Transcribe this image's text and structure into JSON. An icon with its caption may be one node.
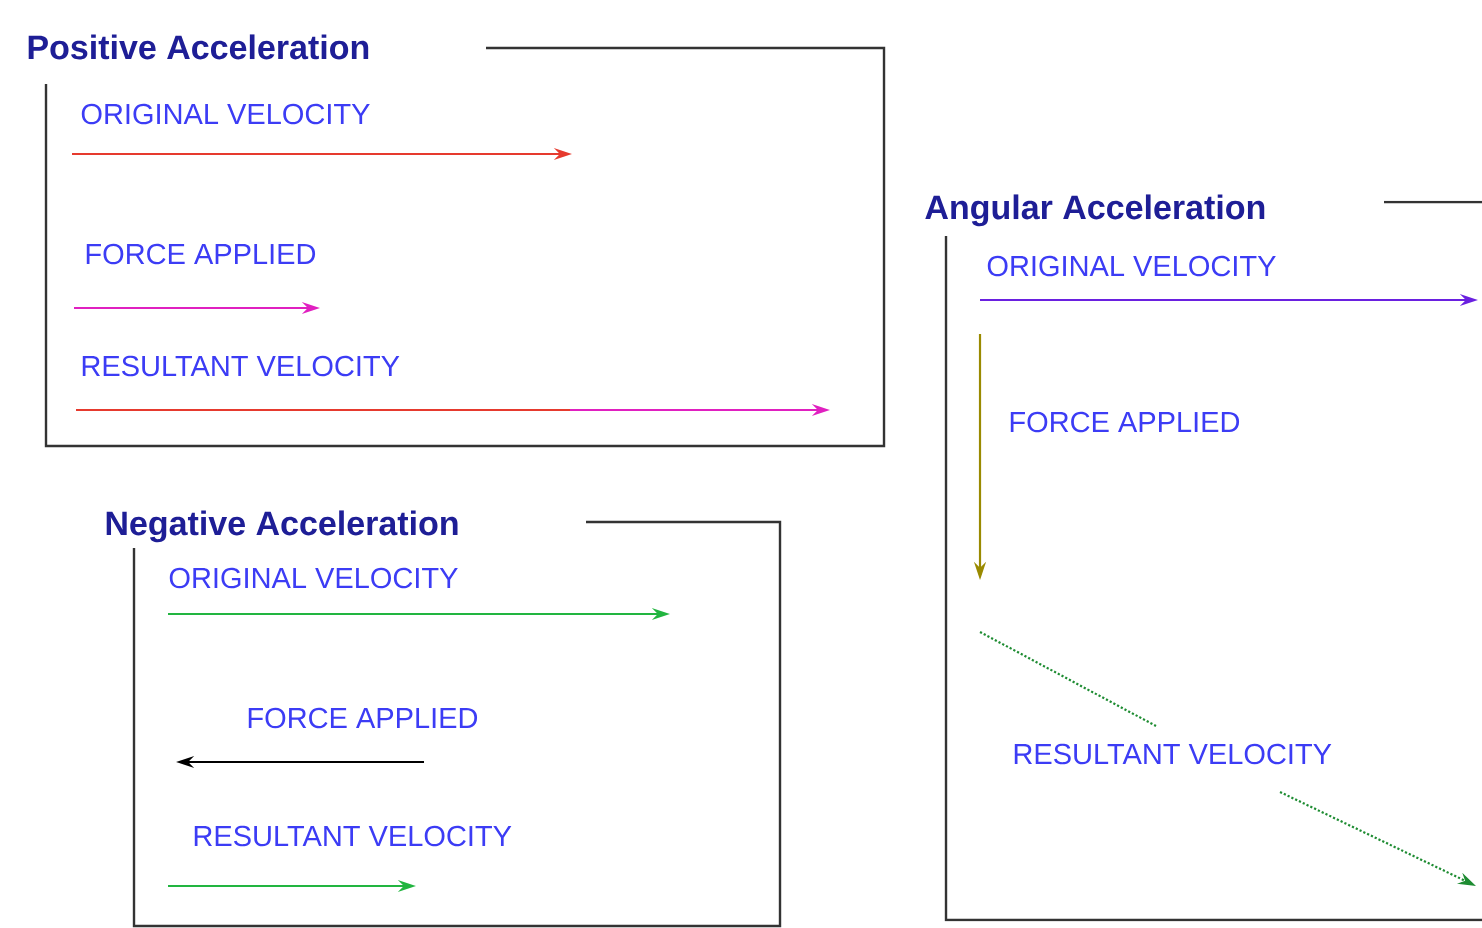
{
  "diagram": {
    "nodes": [
      {
        "text": [
          "Positive Acceleration",
          "ORIGINAL VELOCITY",
          "FORCE APPLIED",
          "RESULTANT VELOCITY"
        ]
      },
      {
        "text": [
          "Angular Acceleration",
          "ORIGINAL VELOCITY",
          "FORCE APPLIED",
          "RESULTANT VELOCITY"
        ]
      },
      {
        "text": [
          "Negative Acceleration",
          "ORIGINAL VELOCITY",
          "FORCE APPLIED",
          "RESULTANT VELOCITY"
        ]
      }
    ]
  }
}
